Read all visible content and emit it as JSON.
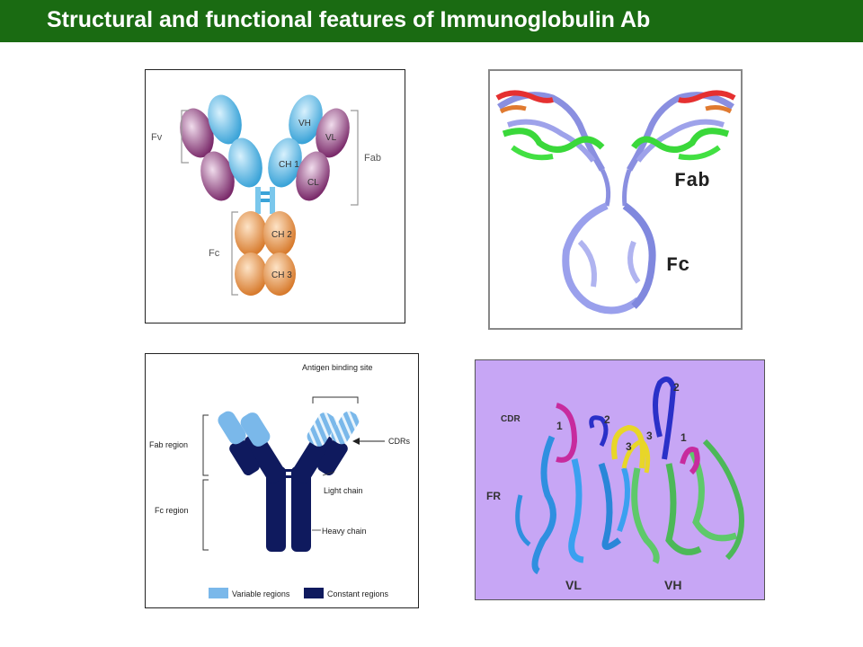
{
  "title": "Structural and functional features of Immunoglobulin Ab",
  "panel1": {
    "labels": {
      "fv": "Fv",
      "fab": "Fab",
      "fc": "Fc",
      "vh": "VH",
      "vl": "VL",
      "ch1": "CH 1",
      "cl": "CL",
      "ch2": "CH 2",
      "ch3": "CH 3"
    }
  },
  "panel2": {
    "labels": {
      "fab": "Fab",
      "fc": "Fc"
    }
  },
  "panel3": {
    "labels": {
      "antigen_binding_site": "Antigen binding site",
      "cdrs": "CDRs",
      "fab_region": "Fab region",
      "fc_region": "Fc region",
      "light_chain": "Light chain",
      "heavy_chain": "Heavy chain"
    },
    "legend": [
      {
        "label": "Variable regions",
        "color": "#7ab8ea"
      },
      {
        "label": "Constant regions",
        "color": "#0f1a5e"
      }
    ]
  },
  "panel4": {
    "labels": {
      "cdr": "CDR",
      "fr": "FR",
      "vl": "VL",
      "vh": "VH",
      "vl_cdr1": "1",
      "vl_cdr2": "2",
      "vl_cdr3": "3",
      "vh_cdr1": "1",
      "vh_cdr2": "2",
      "vh_cdr3": "3"
    }
  },
  "colors": {
    "title_bar": "#1a6b12",
    "variable": "#7ab8ea",
    "constant": "#0f1a5e",
    "purple_domain": "#8a3a78",
    "orange_domain": "#e8944a",
    "panel4_bg": "#c7a6f5"
  }
}
